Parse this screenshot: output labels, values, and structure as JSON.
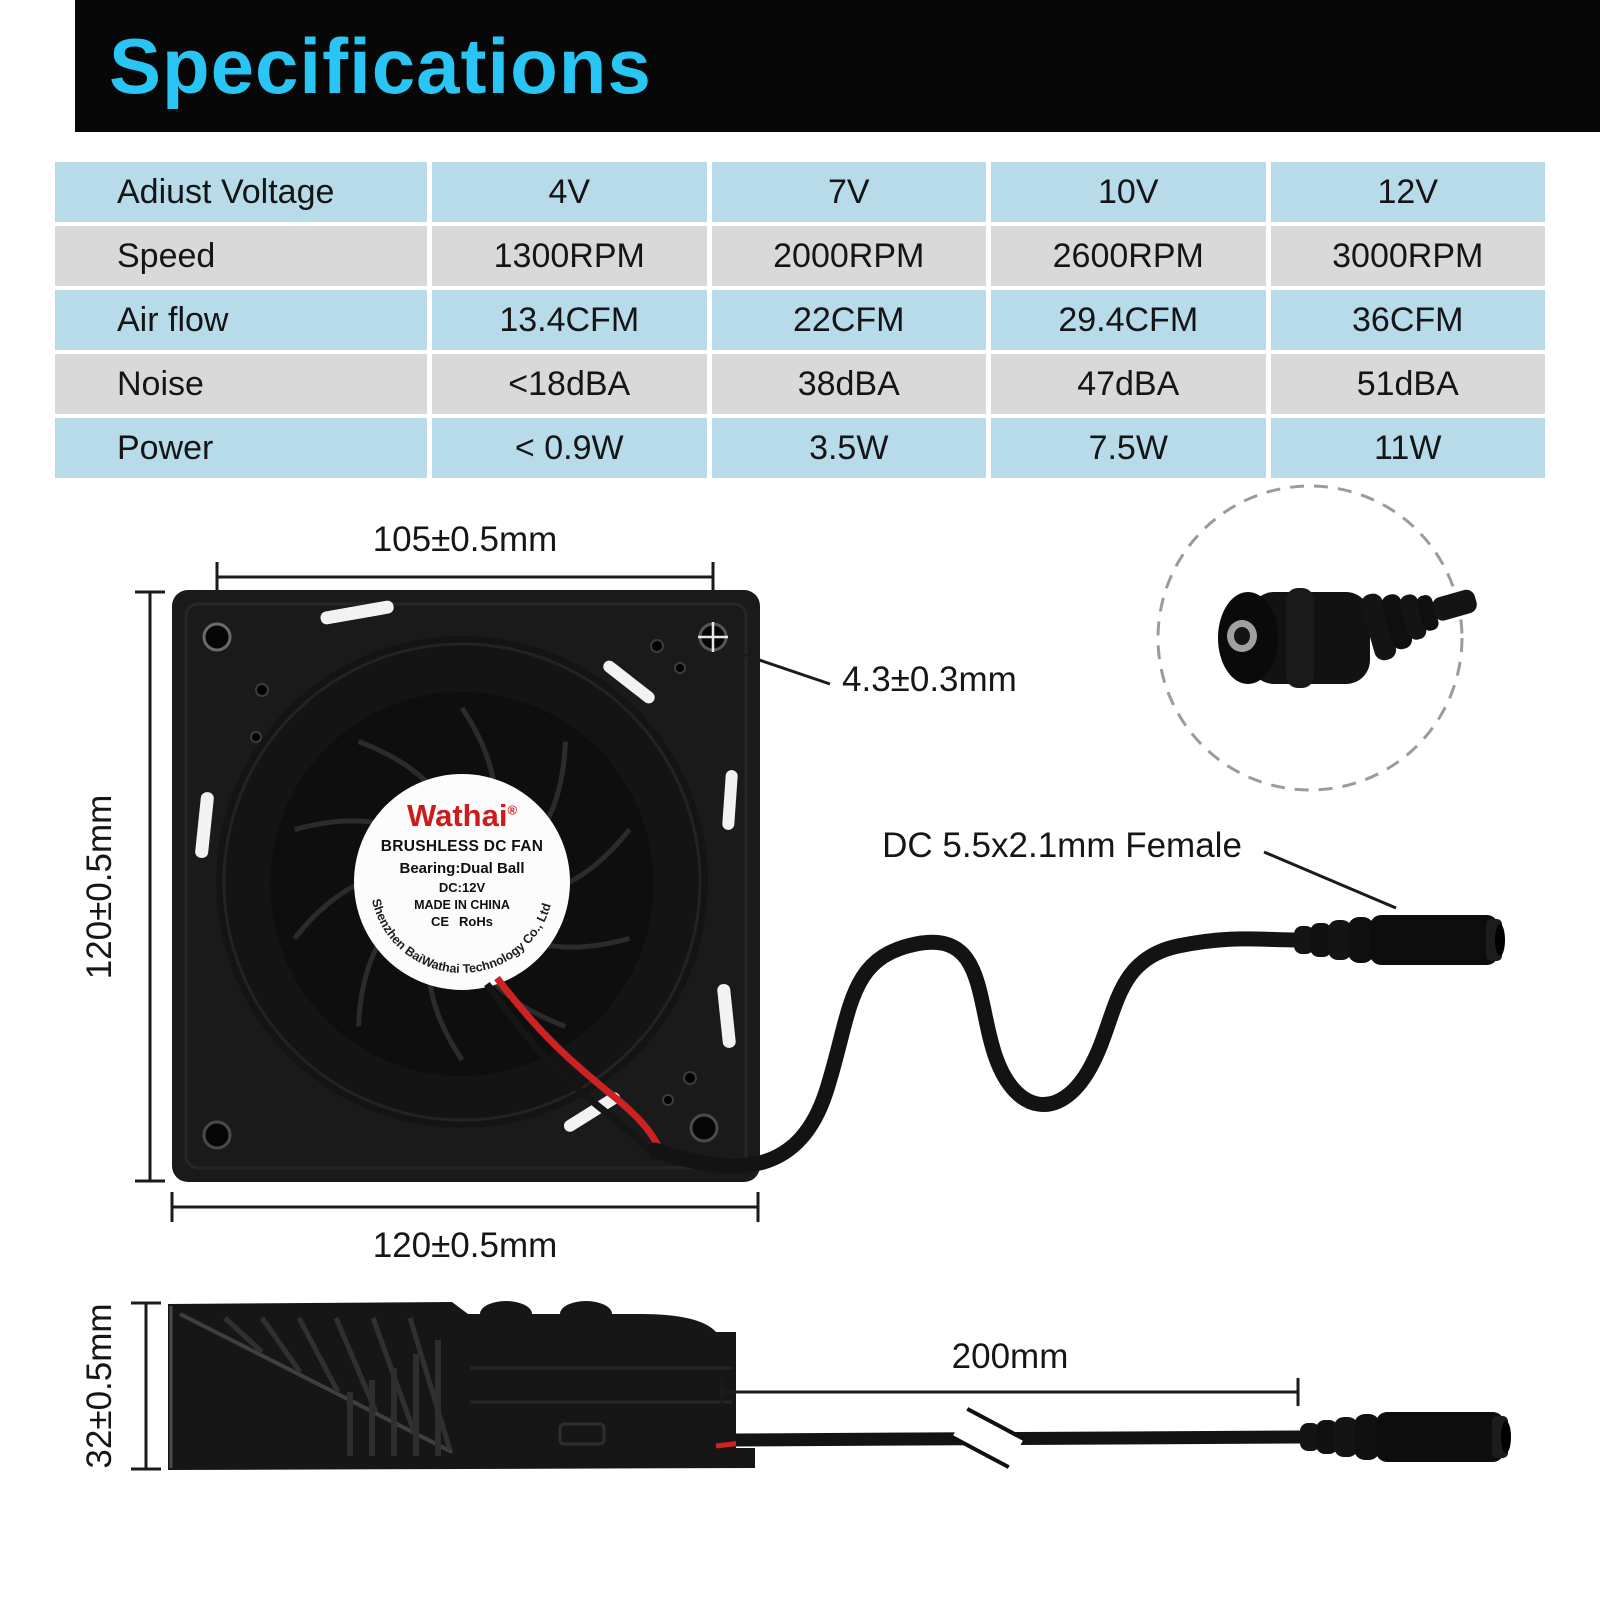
{
  "header": {
    "title": "Specifications"
  },
  "colors": {
    "accent_cyan": "#29C6F5",
    "header_black": "#070707",
    "table_blue": "#B7DBE9",
    "table_gray": "#D9D9D9",
    "brand_red": "#CE1B1B",
    "wire_red": "#CC2222"
  },
  "spec_table": {
    "rows": [
      {
        "label": "Adiust Voltage",
        "values": [
          "4V",
          "7V",
          "10V",
          "12V"
        ]
      },
      {
        "label": "Speed",
        "values": [
          "1300RPM",
          "2000RPM",
          "2600RPM",
          "3000RPM"
        ]
      },
      {
        "label": "Air flow",
        "values": [
          "13.4CFM",
          "22CFM",
          "29.4CFM",
          "36CFM"
        ]
      },
      {
        "label": "Noise",
        "values": [
          "<18dBA",
          "38dBA",
          "47dBA",
          "51dBA"
        ]
      },
      {
        "label": "Power",
        "values": [
          "< 0.9W",
          "3.5W",
          "7.5W",
          "11W"
        ]
      }
    ]
  },
  "dimensions": {
    "top_width": "105±0.5mm",
    "hole_diameter": "4.3±0.3mm",
    "left_height": "120±0.5mm",
    "bottom_width": "120±0.5mm",
    "side_height": "32±0.5mm",
    "cable_length": "200mm",
    "connector_label": "DC 5.5x2.1mm Female"
  },
  "fan_label": {
    "brand": "Wathai",
    "registered_mark": "®",
    "product_line": "BRUSHLESS DC FAN",
    "bearing": "Bearing:Dual Ball",
    "voltage": "DC:12V",
    "origin": "MADE IN CHINA",
    "ce_mark": "CE",
    "rohs_mark": "RoHs",
    "company_arc": "Shenzhen BaiWathai Technology Co., Ltd"
  }
}
